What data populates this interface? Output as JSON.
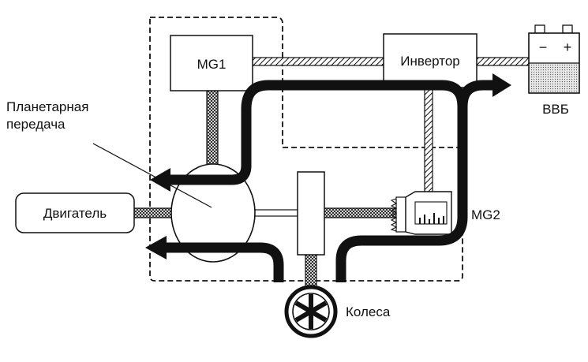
{
  "labels": {
    "mg1": "MG1",
    "inverter": "Инвертор",
    "battery": "ВВБ",
    "planetary": "Планетарная\nпередача",
    "engine": "Двигатель",
    "mg2": "MG2",
    "wheels": "Колеса"
  },
  "battery_terminals": {
    "minus": "−",
    "plus": "+"
  },
  "colors": {
    "stroke": "#111111",
    "arrow": "#111111",
    "background": "#ffffff",
    "hatch": "#111111"
  },
  "icons": {
    "wheel": "wheel-icon",
    "battery": "battery-icon",
    "motor": "motor-icon"
  }
}
